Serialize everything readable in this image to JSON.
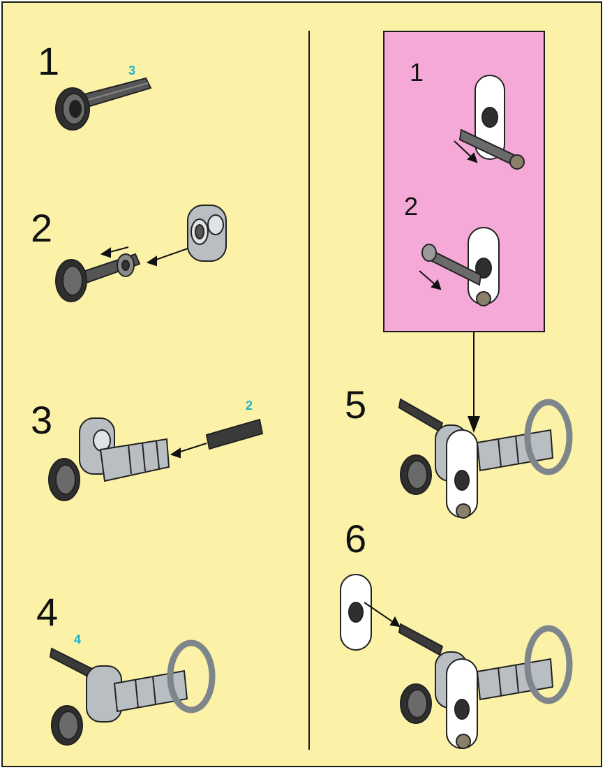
{
  "steps": [
    {
      "number": "1",
      "quantity": "3"
    },
    {
      "number": "2"
    },
    {
      "number": "3",
      "quantity": "2"
    },
    {
      "number": "4",
      "quantity": "4"
    },
    {
      "number": "5"
    },
    {
      "number": "6"
    }
  ],
  "callout": {
    "substeps": [
      "1",
      "2"
    ]
  },
  "colors": {
    "page_background": "#fbf2a8",
    "callout_background": "#f5a9d6",
    "quantity_label": "#1fb3c8",
    "part_gray": "#b9bec2",
    "part_dark": "#3a3a3a"
  }
}
